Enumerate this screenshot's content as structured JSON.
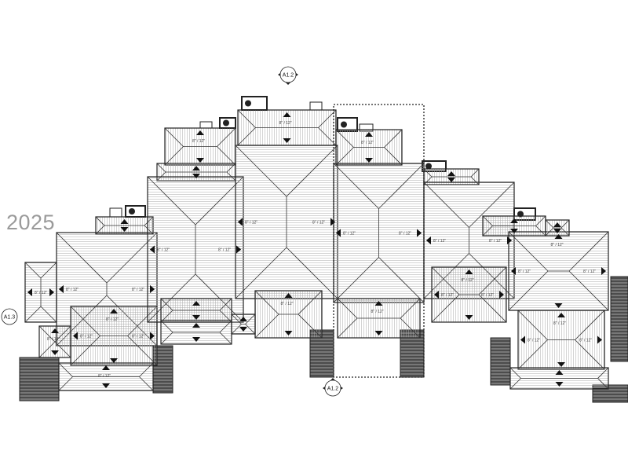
{
  "watermark": {
    "year": "2025"
  },
  "roof": {
    "slope_label": "8\" / 12\""
  },
  "markers": {
    "top_section": "A1.2",
    "bottom_section": "A1.2",
    "left_section": "A1.3"
  },
  "colors": {
    "line": "#222222",
    "hatch": "#9a9a9a",
    "stair": "#555555",
    "watermark": "#9a9a9a"
  }
}
